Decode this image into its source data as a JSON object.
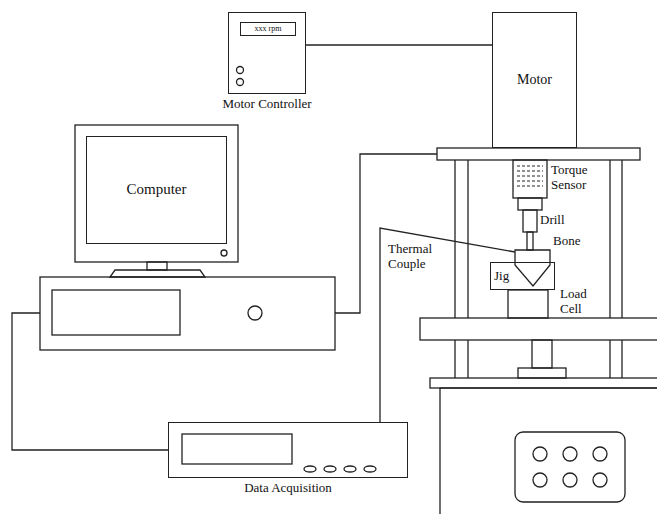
{
  "diagram": {
    "nodes": [
      {
        "text": [
          "Motor Controller"
        ]
      },
      {
        "text": [
          "xxx rpm"
        ],
        "in": 0
      },
      {
        "text": [
          "Motor"
        ]
      },
      {
        "text": [
          "Computer"
        ]
      },
      {
        "text": [
          "Jig"
        ]
      },
      {
        "text": [
          "Data Acquisition"
        ]
      }
    ],
    "edges": [
      {
        "from": 0,
        "to": 2,
        "arrow": "none"
      }
    ],
    "labels": [
      "Torque Sensor",
      "Drill",
      "Thermal Couple",
      "Bone",
      "Load Cell"
    ]
  }
}
